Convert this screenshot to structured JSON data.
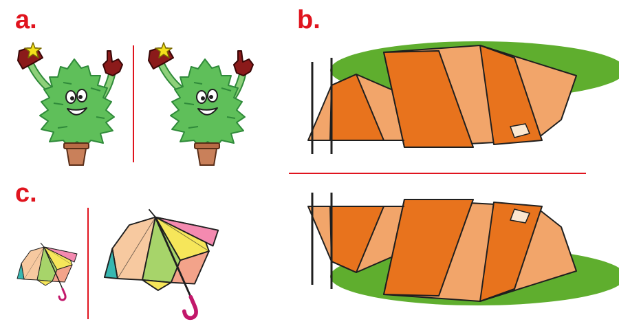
{
  "labels": {
    "a": "a.",
    "b": "b.",
    "c": "c."
  },
  "colors": {
    "label": "#e0141e",
    "divider": "#e0141e",
    "tree": "#5fbf5a",
    "tree_dark": "#2f8a3a",
    "pot": "#c9805a",
    "glove": "#8b1a1a",
    "star": "#f4e11c",
    "grass": "#5fae2e",
    "tent_light": "#f2a56a",
    "tent_dark": "#e8731d",
    "umbrella": [
      "#f7c9a0",
      "#f48ab0",
      "#a7d46a",
      "#f6e65a",
      "#37b7b1",
      "#f3a38a"
    ]
  },
  "icons": {
    "panel_a": "christmas-tree-character",
    "panel_b": "tent",
    "panel_c": "umbrella"
  }
}
